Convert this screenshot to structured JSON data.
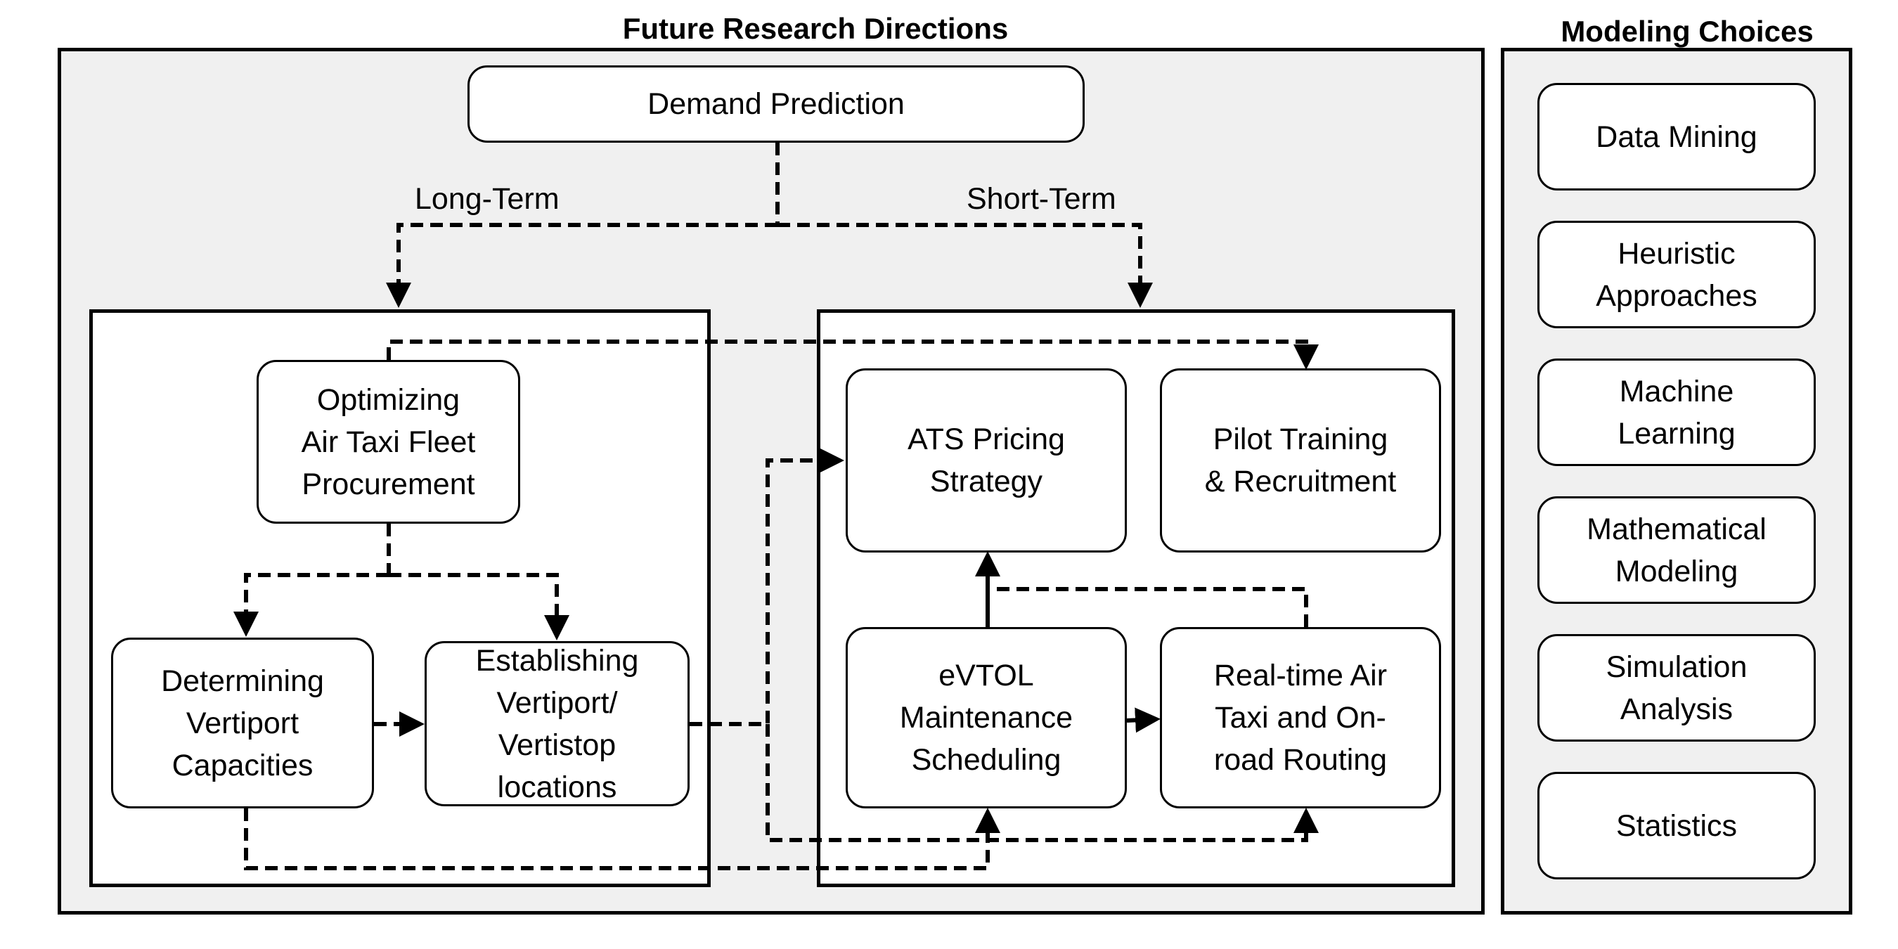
{
  "titles": {
    "future": "Future Research Directions",
    "modeling": "Modeling Choices"
  },
  "nodes": {
    "demand": "Demand Prediction",
    "fleet": "Optimizing\nAir Taxi Fleet\nProcurement",
    "capacity": "Determining\nVertiport\nCapacities",
    "locations": "Establishing\nVertiport/\nVertistop\nlocations",
    "pricing": "ATS Pricing\nStrategy",
    "pilot": "Pilot Training\n& Recruitment",
    "maintenance": "eVTOL\nMaintenance\nScheduling",
    "routing": "Real-time Air\nTaxi and On-\nroad Routing"
  },
  "edge_labels": {
    "long_term": "Long-Term",
    "short_term": "Short-Term"
  },
  "modeling_choices": [
    "Data Mining",
    "Heuristic\nApproaches",
    "Machine\nLearning",
    "Mathematical\nModeling",
    "Simulation\nAnalysis",
    "Statistics"
  ]
}
